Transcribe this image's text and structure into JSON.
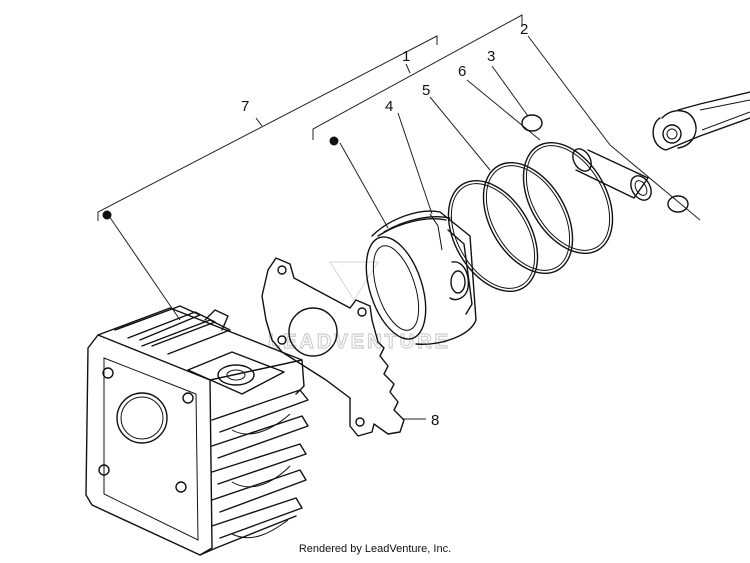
{
  "callouts": {
    "c1": "1",
    "c2": "2",
    "c3": "3",
    "c4": "4",
    "c5": "5",
    "c6": "6",
    "c7": "7",
    "c8": "8"
  },
  "watermark": "LEADVENTURE",
  "credit": "Rendered by LeadVenture, Inc.",
  "colors": {
    "line": "#111111",
    "watermark": "#cfcfcf",
    "background": "#ffffff"
  }
}
